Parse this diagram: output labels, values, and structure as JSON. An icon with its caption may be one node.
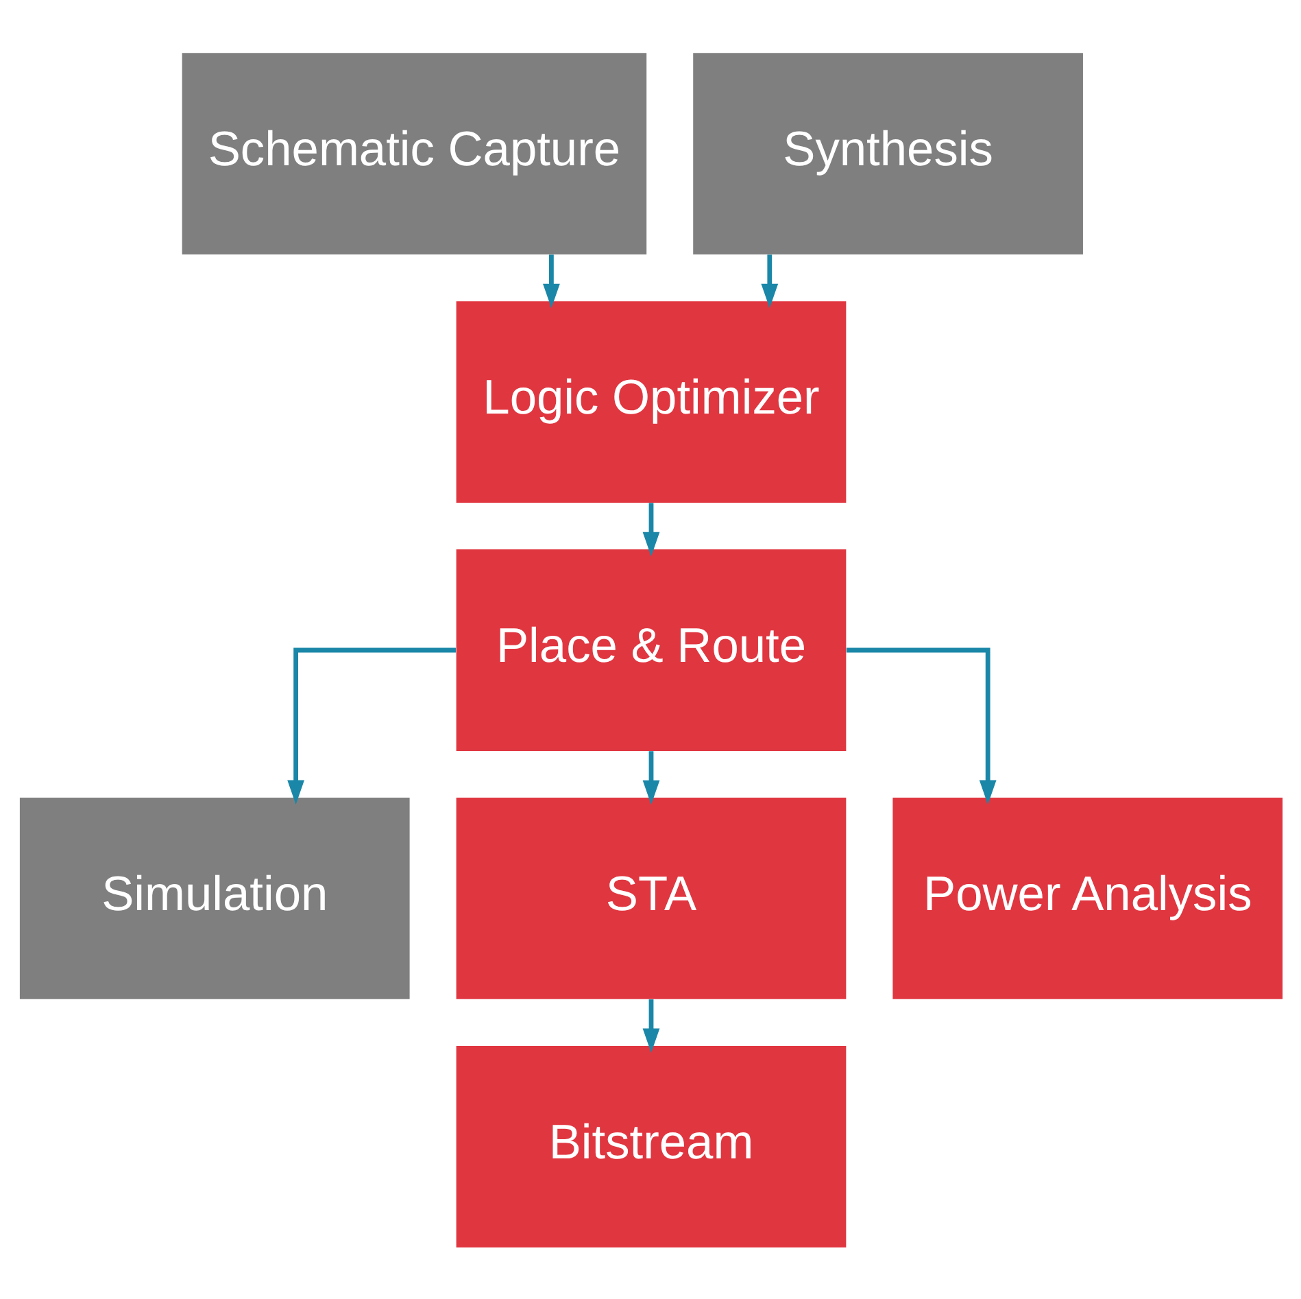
{
  "diagram": {
    "nodes": [
      {
        "text": [
          "Schematic Capture"
        ]
      },
      {
        "text": [
          "Synthesis"
        ]
      },
      {
        "text": [
          "Logic Optimizer"
        ]
      },
      {
        "text": [
          "Place & Route"
        ]
      },
      {
        "text": [
          "Simulation"
        ]
      },
      {
        "text": [
          "STA"
        ]
      },
      {
        "text": [
          "Power Analysis"
        ]
      },
      {
        "text": [
          "Bitstream"
        ]
      }
    ],
    "edges": [
      {
        "from": 0,
        "to": 2,
        "arrow": "to"
      },
      {
        "from": 1,
        "to": 2,
        "arrow": "to"
      },
      {
        "from": 2,
        "to": 3,
        "arrow": "to"
      },
      {
        "from": 3,
        "to": 4,
        "arrow": "to"
      },
      {
        "from": 3,
        "to": 5,
        "arrow": "to"
      },
      {
        "from": 3,
        "to": 6,
        "arrow": "to"
      },
      {
        "from": 5,
        "to": 7,
        "arrow": "to"
      }
    ]
  }
}
